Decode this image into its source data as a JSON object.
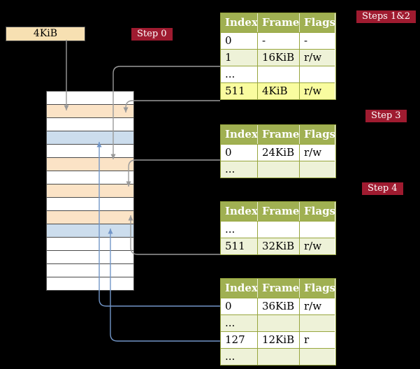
{
  "diagram": {
    "root_pointer": {
      "label": "4KiB"
    },
    "steps": [
      {
        "id": "step0",
        "label": "Step 0"
      },
      {
        "id": "steps12",
        "label": "Steps 1&2"
      },
      {
        "id": "step3",
        "label": "Step 3"
      },
      {
        "id": "step4",
        "label": "Step 4"
      }
    ],
    "memory_rows": [
      "white",
      "peach",
      "white",
      "blue",
      "white",
      "peach",
      "white",
      "peach",
      "white",
      "peach",
      "blue",
      "white",
      "white",
      "white",
      "white"
    ],
    "tables": [
      {
        "step": "Steps 1&2",
        "headers": [
          "Index",
          "Frame",
          "Flags"
        ],
        "rows": [
          {
            "variant": "white",
            "cells": [
              "0",
              "-",
              "-"
            ]
          },
          {
            "variant": "green",
            "cells": [
              "1",
              "16KiB",
              "r/w"
            ]
          },
          {
            "variant": "white",
            "cells": [
              "...",
              "",
              ""
            ]
          },
          {
            "variant": "yellow",
            "cells": [
              "511",
              "4KiB",
              "r/w"
            ]
          }
        ]
      },
      {
        "step": "Step 3",
        "headers": [
          "Index",
          "Frame",
          "Flags"
        ],
        "rows": [
          {
            "variant": "white",
            "cells": [
              "0",
              "24KiB",
              "r/w"
            ]
          },
          {
            "variant": "green",
            "cells": [
              "...",
              "",
              ""
            ]
          }
        ]
      },
      {
        "step": "Step 4",
        "headers": [
          "Index",
          "Frame",
          "Flags"
        ],
        "rows": [
          {
            "variant": "white",
            "cells": [
              "...",
              "",
              ""
            ]
          },
          {
            "variant": "green",
            "cells": [
              "511",
              "32KiB",
              "r/w"
            ]
          }
        ]
      },
      {
        "step": "final",
        "headers": [
          "Index",
          "Frame",
          "Flags"
        ],
        "rows": [
          {
            "variant": "white",
            "cells": [
              "0",
              "36KiB",
              "r/w"
            ]
          },
          {
            "variant": "green",
            "cells": [
              "...",
              "",
              ""
            ]
          },
          {
            "variant": "white",
            "cells": [
              "127",
              "12KiB",
              "r"
            ]
          },
          {
            "variant": "green",
            "cells": [
              "...",
              "",
              ""
            ]
          }
        ]
      }
    ],
    "colors": {
      "background": "#000000",
      "pointer_box": "#f7e0b2",
      "memory_peach": "#fbe3c6",
      "memory_blue": "#ccdded",
      "table_header_bg": "#a0b052",
      "table_border": "#97a63d",
      "row_green": "#eef2d8",
      "row_yellow_highlight": "#f9fc9f",
      "step_label_bg": "#9f1b30",
      "arrow_gray": "#9a9a9a",
      "arrow_blue": "#7296c8"
    }
  }
}
